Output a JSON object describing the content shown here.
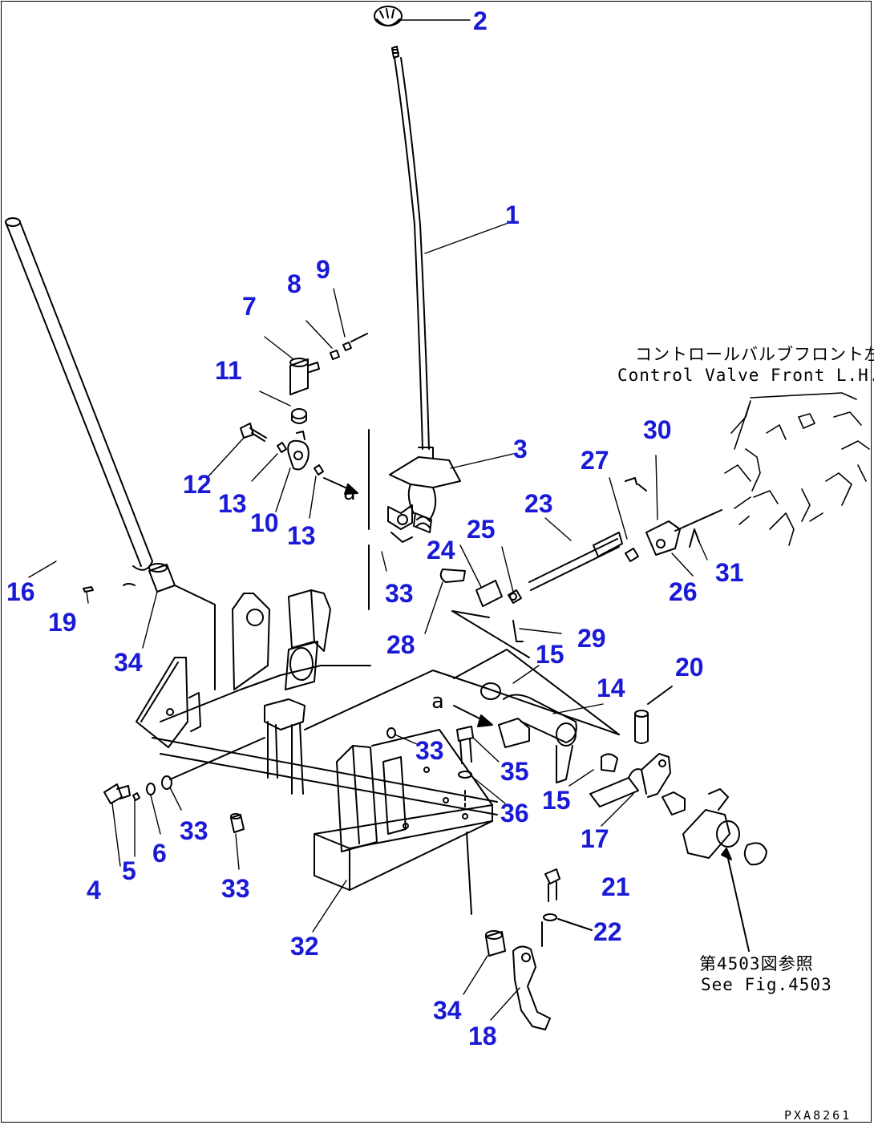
{
  "diagram": {
    "callouts": {
      "c1": "1",
      "c2": "2",
      "c3": "3",
      "c4": "4",
      "c5": "5",
      "c6": "6",
      "c7": "7",
      "c8": "8",
      "c9": "9",
      "c10": "10",
      "c11": "11",
      "c12": "12",
      "c13a": "13",
      "c13b": "13",
      "c14": "14",
      "c15a": "15",
      "c15b": "15",
      "c16": "16",
      "c17": "17",
      "c18": "18",
      "c19": "19",
      "c20": "20",
      "c21": "21",
      "c22": "22",
      "c23": "23",
      "c24": "24",
      "c25": "25",
      "c26": "26",
      "c27": "27",
      "c28": "28",
      "c29": "29",
      "c30": "30",
      "c31": "31",
      "c32": "32",
      "c33a": "33",
      "c33b": "33",
      "c33c": "33",
      "c33d": "33",
      "c34a": "34",
      "c34b": "34",
      "c35": "35",
      "c36": "36"
    },
    "notes": {
      "valve_jp": "コントロールバルブフロント左",
      "valve_en": "Control Valve Front L.H.",
      "fig_jp": "第4503図参照",
      "fig_en": "See Fig.4503",
      "ref_a1": "a",
      "ref_a2": "a"
    },
    "drawing_id": "PXA8261",
    "colors": {
      "callout": "#1a1ad6",
      "line": "#000000",
      "background": "#ffffff"
    }
  }
}
